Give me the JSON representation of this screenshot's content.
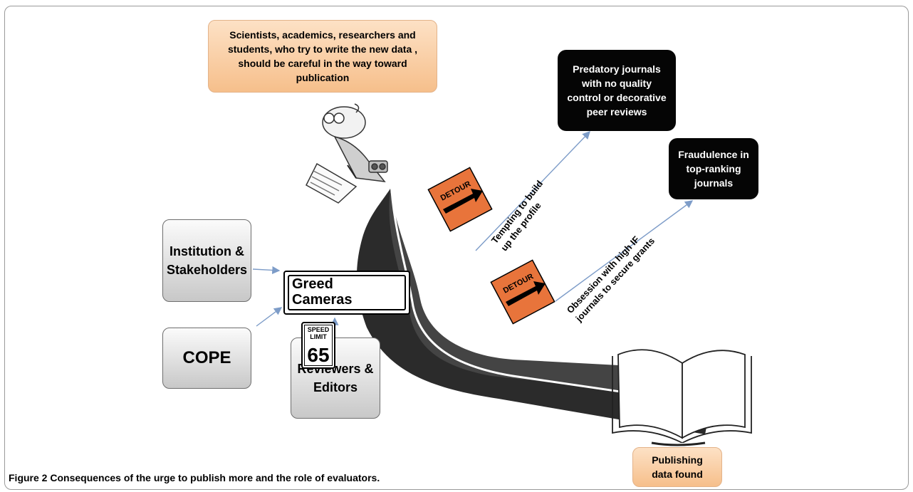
{
  "boxes": {
    "scientists": "Scientists, academics, researchers and students, who try to write the new data , should be careful in the way toward publication",
    "predatory": "Predatory journals with no quality control or decorative peer reviews",
    "fraudulence": "Fraudulence in top-ranking journals",
    "institution": "Institution & Stakeholders",
    "cope": "COPE",
    "reviewers": "Reviewers & Editors",
    "publishing": "Publishing data found"
  },
  "signs": {
    "camera_line1": "Greed",
    "camera_line2": "Cameras",
    "speed_line1": "SPEED",
    "speed_line2": "LIMIT",
    "speed_value": "65",
    "detour": "DETOUR"
  },
  "paths": {
    "tempting": "Tempting to build up the profile",
    "obsession": "Obsession with high IF journals to secure grants"
  },
  "caption": {
    "label": "Figure 2",
    "text": "Consequences of the urge to publish more and the role of evaluators."
  },
  "colors": {
    "orange_box": "#f6bf8b",
    "black_box": "#050505",
    "gray_box": "#c8c8c8",
    "detour_sign": "#e8743b",
    "arrow_blue": "#7d9cc8"
  }
}
